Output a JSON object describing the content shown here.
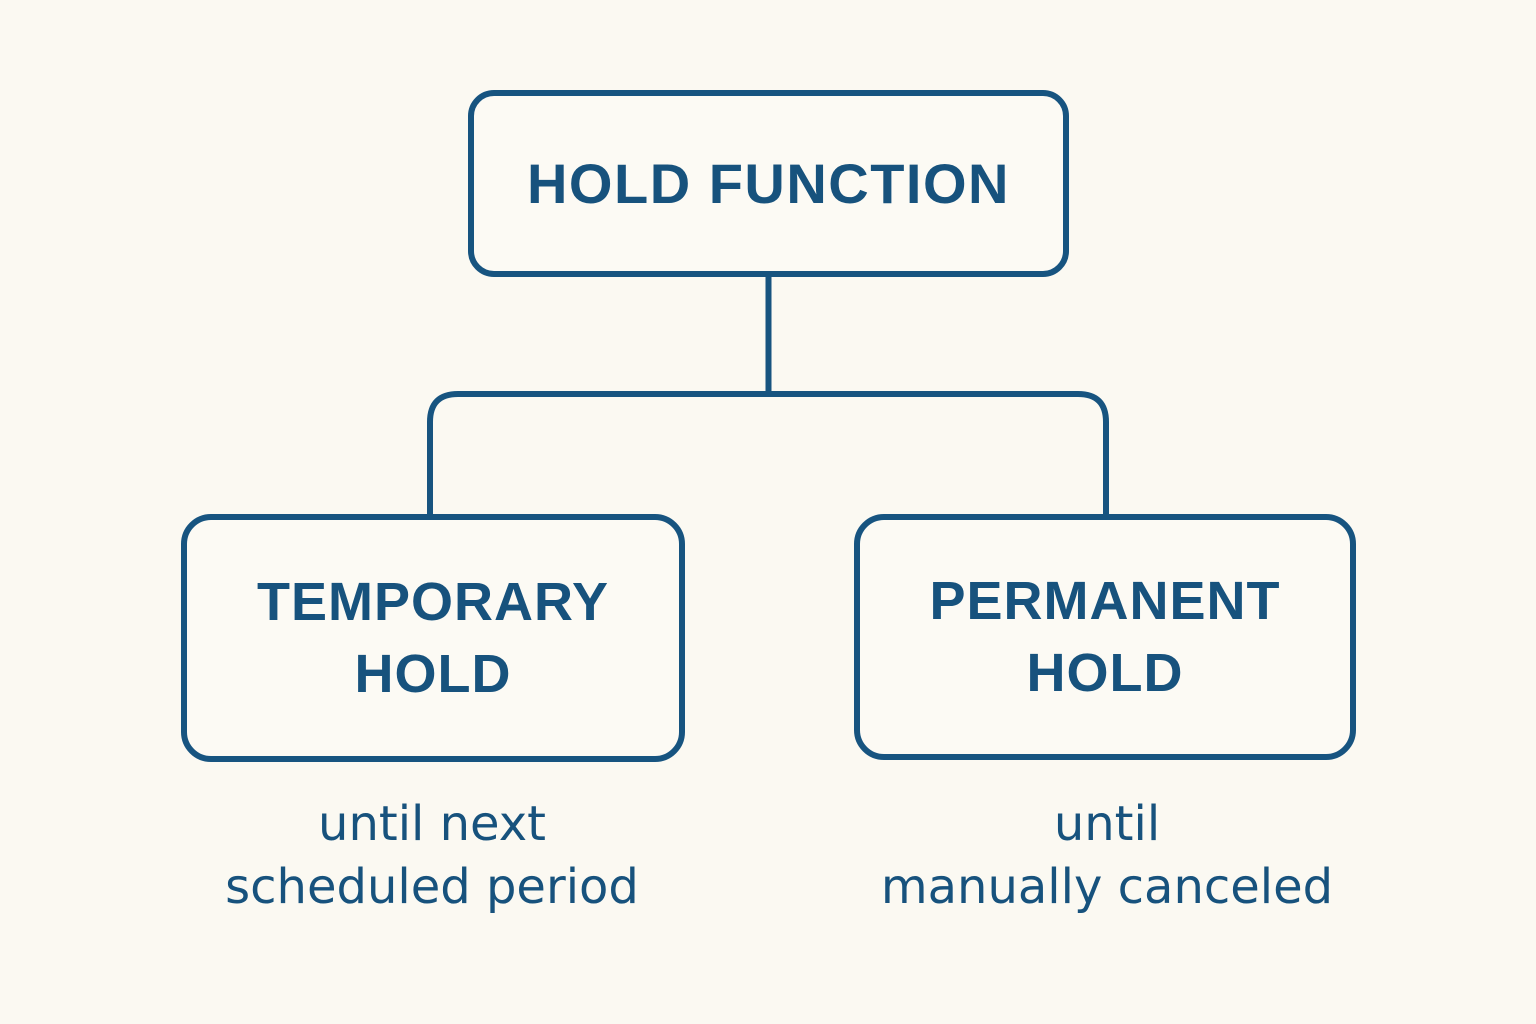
{
  "diagram": {
    "colors": {
      "background": "#fbf9f2",
      "line": "#175480",
      "text": "#17527d",
      "box_fill": "#fcfaf4"
    },
    "root": {
      "label": "HOLD FUNCTION"
    },
    "children": [
      {
        "label": "TEMPORARY HOLD",
        "label_lines": [
          "TEMPORARY",
          "HOLD"
        ],
        "caption": "until next scheduled period",
        "caption_lines": [
          "until next",
          "scheduled period"
        ]
      },
      {
        "label": "PERMANENT HOLD",
        "label_lines": [
          "PERMANENT",
          "HOLD"
        ],
        "caption": "until manually canceled",
        "caption_lines": [
          "until",
          "manually canceled"
        ]
      }
    ]
  }
}
